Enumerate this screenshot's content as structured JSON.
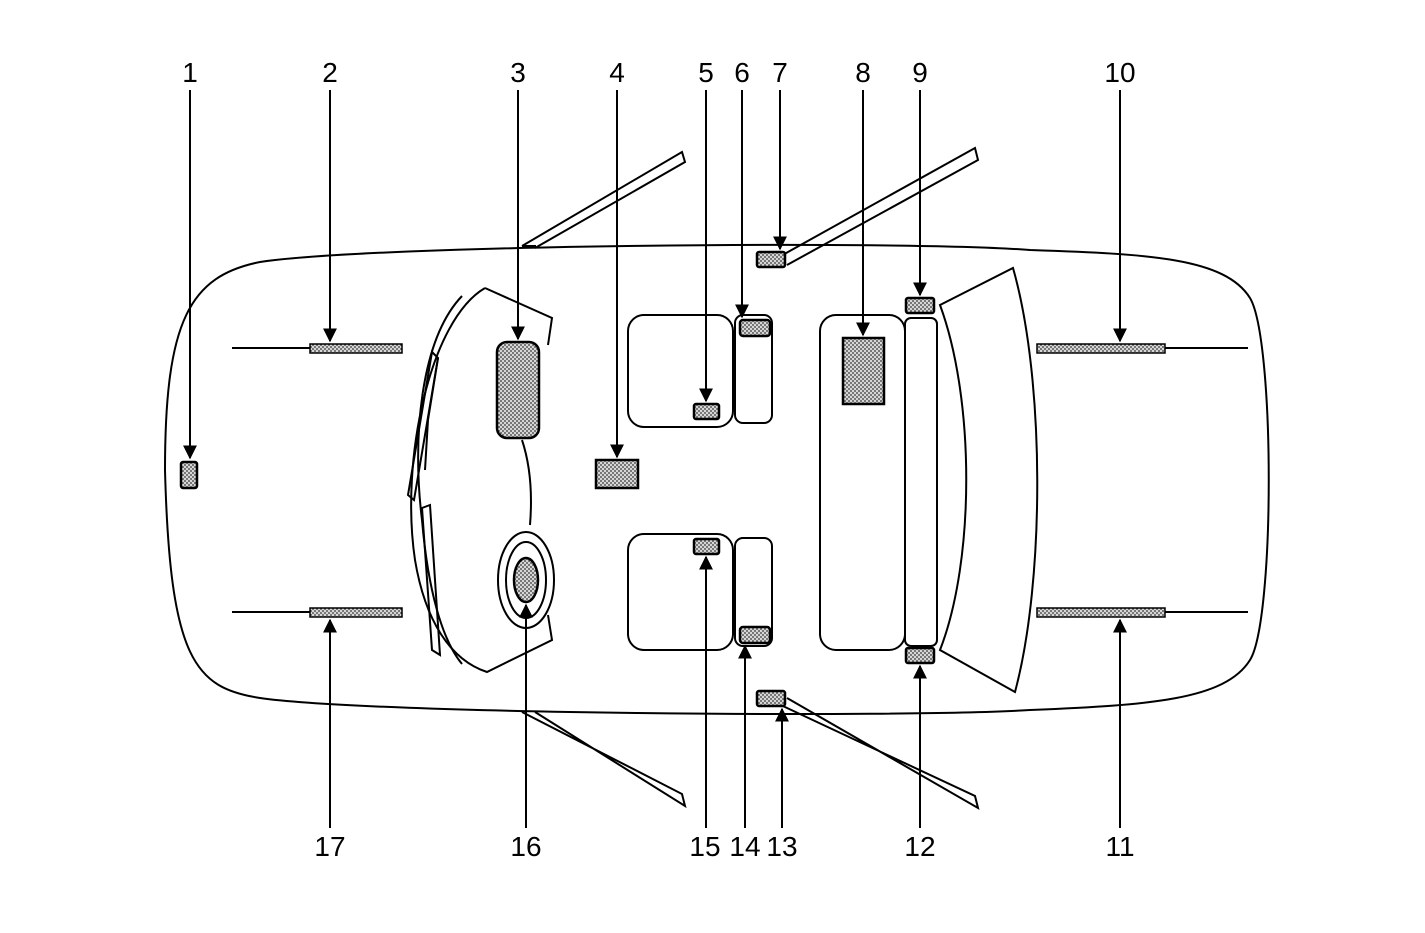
{
  "callouts": {
    "c1": "1",
    "c2": "2",
    "c3": "3",
    "c4": "4",
    "c5": "5",
    "c6": "6",
    "c7": "7",
    "c8": "8",
    "c9": "9",
    "c10": "10",
    "c11": "11",
    "c12": "12",
    "c13": "13",
    "c14": "14",
    "c15": "15",
    "c16": "16",
    "c17": "17"
  },
  "colors": {
    "line": "#000000",
    "background": "#ffffff",
    "fill_dots": "#9a9a9a"
  }
}
